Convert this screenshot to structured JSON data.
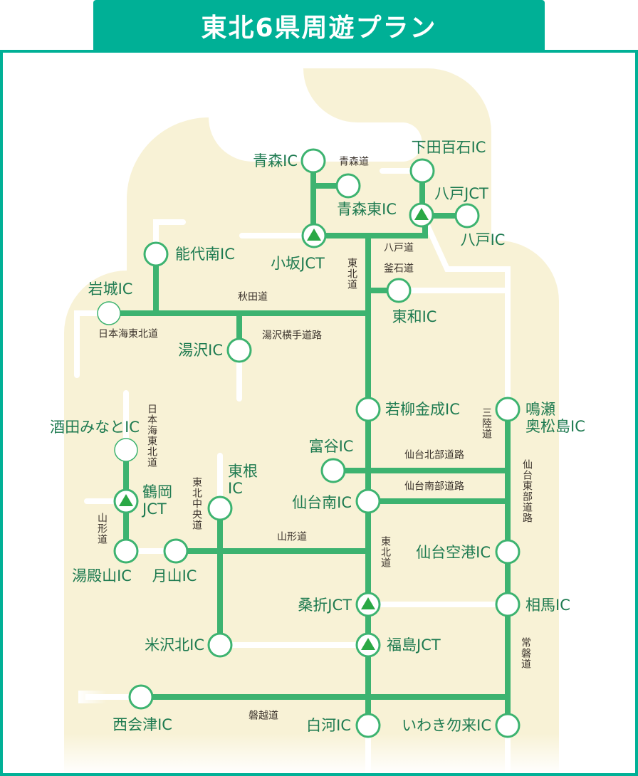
{
  "title": "東北6県周遊プラン",
  "colors": {
    "brand": "#00b096",
    "route": "#3db370",
    "label": "#1d7a50",
    "land": "#f8f2d6",
    "jct_marker": "#2aa845"
  },
  "nodes": {
    "aomori": "青森IC",
    "aomori_higashi": "青森東IC",
    "kosaka": "小坂JCT",
    "shimoda": "下田百石IC",
    "hachinohe_jct": "八戸JCT",
    "hachinohe": "八戸IC",
    "noshiro": "能代南IC",
    "iwaki_akita": "岩城IC",
    "yuzawa": "湯沢IC",
    "towa": "東和IC",
    "wakayanagi": "若柳金成IC",
    "naruse_1": "鳴瀬",
    "naruse_2": "奥松島IC",
    "sakata": "酒田みなとIC",
    "tomiya": "富谷IC",
    "tsuruoka_1": "鶴岡",
    "tsuruoka_2": "JCT",
    "higashine_1": "東根",
    "higashine_2": "IC",
    "sendai_minami": "仙台南IC",
    "yudonosan": "湯殿山IC",
    "gassan": "月山IC",
    "sendai_kuko": "仙台空港IC",
    "koori": "桑折JCT",
    "soma": "相馬IC",
    "yonezawa": "米沢北IC",
    "fukushima": "福島JCT",
    "nishiaizu": "西会津IC",
    "shirakawa": "白河IC",
    "iwaki_nakoso": "いわき勿来IC"
  },
  "roads": {
    "aomori_do": "青森道",
    "hachinohe_do": "八戸道",
    "kamaishi_do": "釜石道",
    "tohoku_do_1": "東北道",
    "akita_do": "秋田道",
    "nihonkai_1": "日本海東北道",
    "yuzawa_yokote": "湯沢横手道路",
    "nihonkai_2": "日本海東北道",
    "sanriku": "三陸道",
    "sendai_hokubu": "仙台北部道路",
    "sendai_nanbu": "仙台南部道路",
    "sendai_tobu": "仙台東部道路",
    "yamagata_do_1": "山形道",
    "tohoku_chuo": "東北中央道",
    "yamagata_do_2": "山形道",
    "tohoku_do_2": "東北道",
    "joban": "常磐道",
    "ban_etsu": "磐越道"
  }
}
